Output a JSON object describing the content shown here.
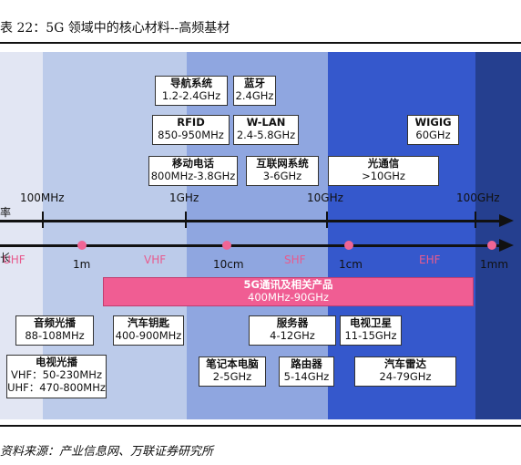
{
  "title": "表 22：5G 领域中的核心材料--高频基材",
  "source": "资料来源：产业信息网、万联证券研究所",
  "axis": {
    "freq_label": "频率",
    "wave_label": "波长",
    "freq_ticks": [
      "100MHz",
      "1GHz",
      "10GHz",
      "100GHz"
    ],
    "wave_ticks": [
      "1m",
      "10cm",
      "1cm",
      "1mm"
    ],
    "bands": [
      "UHF",
      "VHF",
      "SHF",
      "EHF"
    ]
  },
  "colors": {
    "band_text": "#e85b8e",
    "fiveg_fill": "#f05d93",
    "dot": "#f06595"
  },
  "boxes": {
    "nav": {
      "name": "导航系统",
      "range": "1.2-2.4GHz"
    },
    "bluetooth": {
      "name": "蓝牙",
      "range": "2.4GHz"
    },
    "rfid": {
      "name": "RFID",
      "range": "850-950MHz"
    },
    "wlan": {
      "name": "W-LAN",
      "range": "2.4-5.8GHz"
    },
    "mobile": {
      "name": "移动电话",
      "range": "800MHz-3.8GHz"
    },
    "iot": {
      "name": "互联网系统",
      "range": "3-6GHz"
    },
    "optical": {
      "name": "光通信",
      "range": ">10GHz"
    },
    "wigig": {
      "name": "WIGIG",
      "range": "60GHz"
    },
    "audio": {
      "name": "音频光播",
      "range": "88-108MHz"
    },
    "carkey": {
      "name": "汽车钥匙",
      "range": "400-900MHz"
    },
    "server": {
      "name": "服务器",
      "range": "4-12GHz"
    },
    "satellite": {
      "name": "电视卫星",
      "range": "11-15GHz"
    },
    "tv": {
      "name": "电视光播",
      "range1": "VHF：50-230MHz",
      "range2": "UHF：470-800MHz"
    },
    "laptop": {
      "name": "笔记本电脑",
      "range": "2-5GHz"
    },
    "router": {
      "name": "路由器",
      "range": "5-14GHz"
    },
    "radar": {
      "name": "汽车雷达",
      "range": "24-79GHz"
    },
    "fiveg": {
      "name": "5G通讯及相关产品",
      "range": "400MHz-90GHz"
    }
  }
}
